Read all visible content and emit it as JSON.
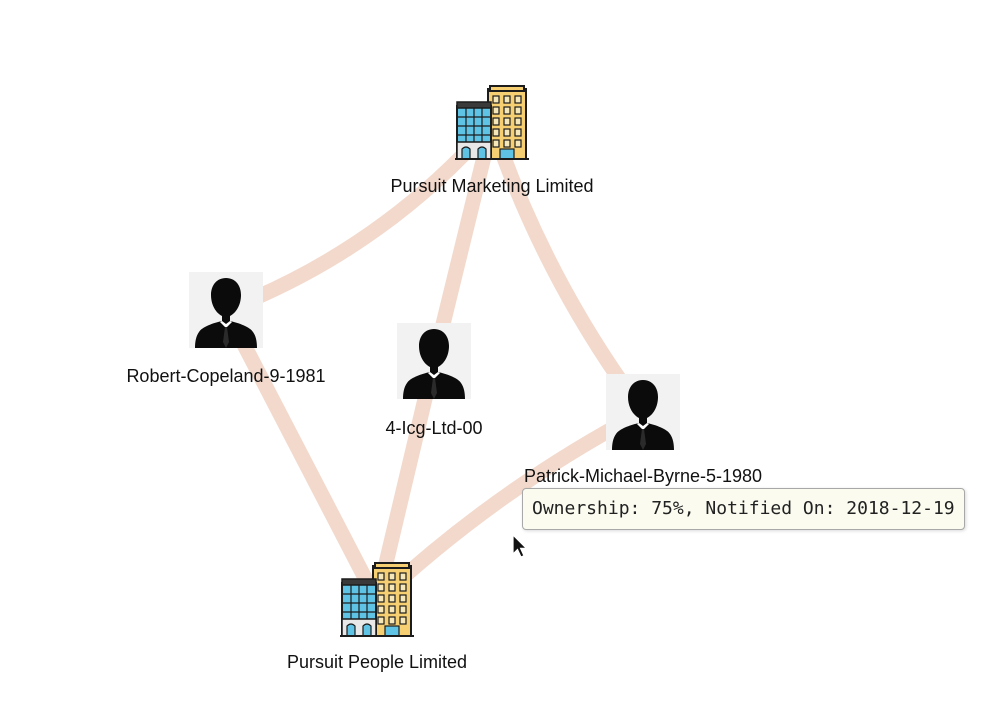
{
  "colors": {
    "edge": "#f3d9cc",
    "label": "#111111"
  },
  "nodes": [
    {
      "id": "pml",
      "kind": "company",
      "icon": "building-icon",
      "label": "Pursuit Marketing Limited"
    },
    {
      "id": "rc",
      "kind": "person",
      "icon": "person-silhouette-icon",
      "label": "Robert-Copeland-9-1981"
    },
    {
      "id": "icg",
      "kind": "person",
      "icon": "person-silhouette-icon",
      "label": "4-Icg-Ltd-00"
    },
    {
      "id": "pmb",
      "kind": "person",
      "icon": "person-silhouette-icon",
      "label": "Patrick-Michael-Byrne-5-1980"
    },
    {
      "id": "ppl",
      "kind": "company",
      "icon": "building-icon",
      "label": "Pursuit People Limited"
    }
  ],
  "edges": [
    {
      "source": "pml",
      "target": "rc"
    },
    {
      "source": "pml",
      "target": "icg"
    },
    {
      "source": "pml",
      "target": "pmb"
    },
    {
      "source": "rc",
      "target": "ppl"
    },
    {
      "source": "icg",
      "target": "ppl"
    },
    {
      "source": "pmb",
      "target": "ppl"
    }
  ],
  "tooltip": {
    "text": "Ownership: 75%, Notified On: 2018-12-19"
  }
}
